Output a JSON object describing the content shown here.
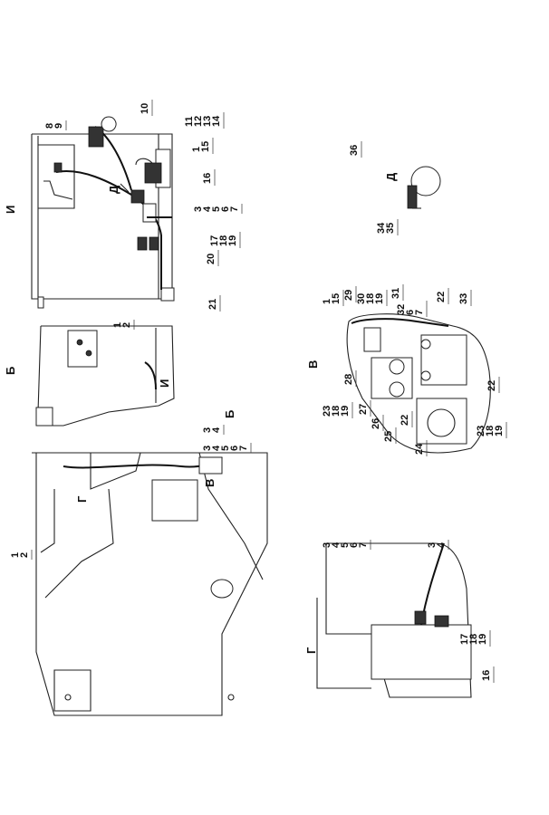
{
  "views": {
    "I": {
      "title": "И",
      "labels": {
        "a": "8\n9",
        "b": "10",
        "c": "11\n12\n13\n14",
        "d": "1\n15",
        "e": "16",
        "f": "3\n4\n5\n6\n7",
        "g": "17\n18\n19",
        "h": "20",
        "i": "21"
      },
      "arrow": "Д"
    },
    "B": {
      "title": "Б",
      "labels": {
        "a": "1\n2"
      },
      "arrow": "И"
    },
    "main": {
      "labels": {
        "a": "3\n4\n5\n6\n7",
        "b": "3\n4",
        "c": "1\n2"
      },
      "arrows": {
        "b": "Б",
        "v": "В",
        "g": "Г"
      }
    },
    "V": {
      "title": "В",
      "labels": {
        "a": "1\n15",
        "b": "29",
        "c": "30\n18\n19",
        "d": "31",
        "e": "32\n6\n7",
        "f": "22",
        "g": "33",
        "h": "22",
        "i": "28",
        "j": "23\n18\n19",
        "k": "27",
        "l": "26",
        "m": "25",
        "n": "22",
        "o": "24",
        "p": "23\n18\n19"
      }
    },
    "D": {
      "title": "Д",
      "labels": {
        "a": "36",
        "b": "34\n35"
      }
    },
    "G": {
      "title": "Г",
      "labels": {
        "a": "3\n4\n5\n6\n7",
        "b": "3\n4",
        "c": "17\n18\n19",
        "d": "16"
      }
    }
  }
}
